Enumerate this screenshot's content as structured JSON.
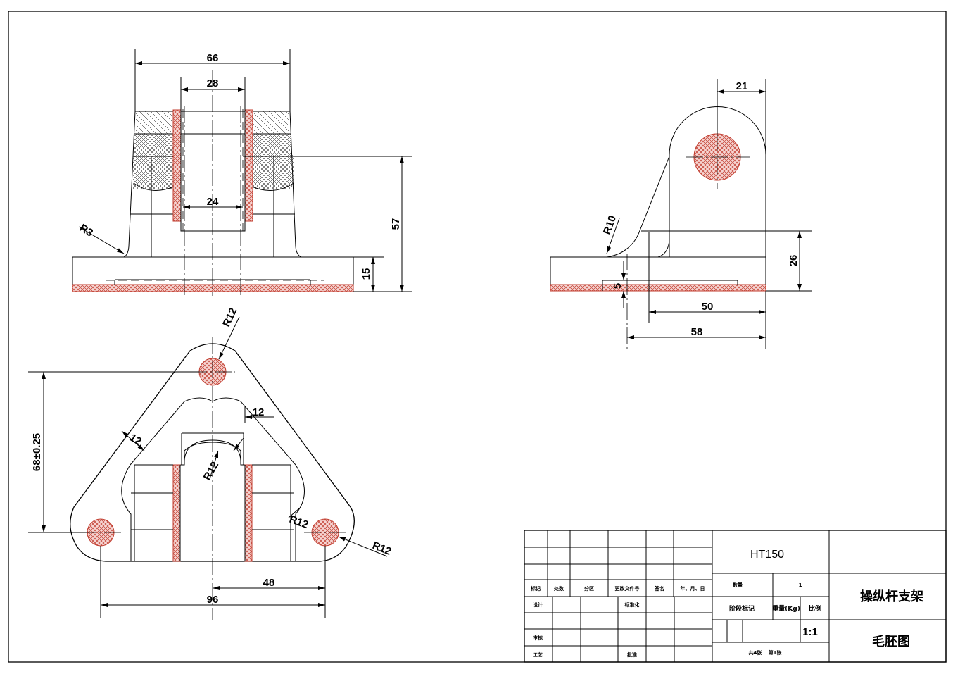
{
  "dimensions": {
    "front": {
      "width_66": "66",
      "width_28": "28",
      "width_24": "24",
      "radius_r3": "R3",
      "height_57": "57",
      "height_15": "15"
    },
    "side": {
      "width_21": "21",
      "radius_r10": "R10",
      "height_26": "26",
      "height_5": "5",
      "length_50": "50",
      "length_58": "58"
    },
    "top": {
      "radius_r12_top": "R12",
      "height_68": "68±0.25",
      "wall_12_a": "12",
      "wall_12_b": "12",
      "radius_r12_center": "R12",
      "radius_r12_right": "R12",
      "radius_r12_hole": "R12",
      "spacing_48": "48",
      "spacing_96": "96"
    }
  },
  "title_block": {
    "material": "HT150",
    "part_name": "操纵杆支架",
    "drawing_type": "毛胚图",
    "header_row": [
      "标记",
      "处数",
      "分区",
      "更改文件号",
      "签名",
      "年、月、日"
    ],
    "design_label": "设计",
    "standardize_label": "标准化",
    "review_label": "审核",
    "process_label": "工艺",
    "approve_label": "批准",
    "quantity_label": "数量",
    "quantity_value": "1",
    "stage_label": "阶段标记",
    "weight_label": "重量(Kg)",
    "scale_label": "比例",
    "scale_value": "1:1",
    "sheets": "共4张",
    "sheet_no": "第1张"
  }
}
